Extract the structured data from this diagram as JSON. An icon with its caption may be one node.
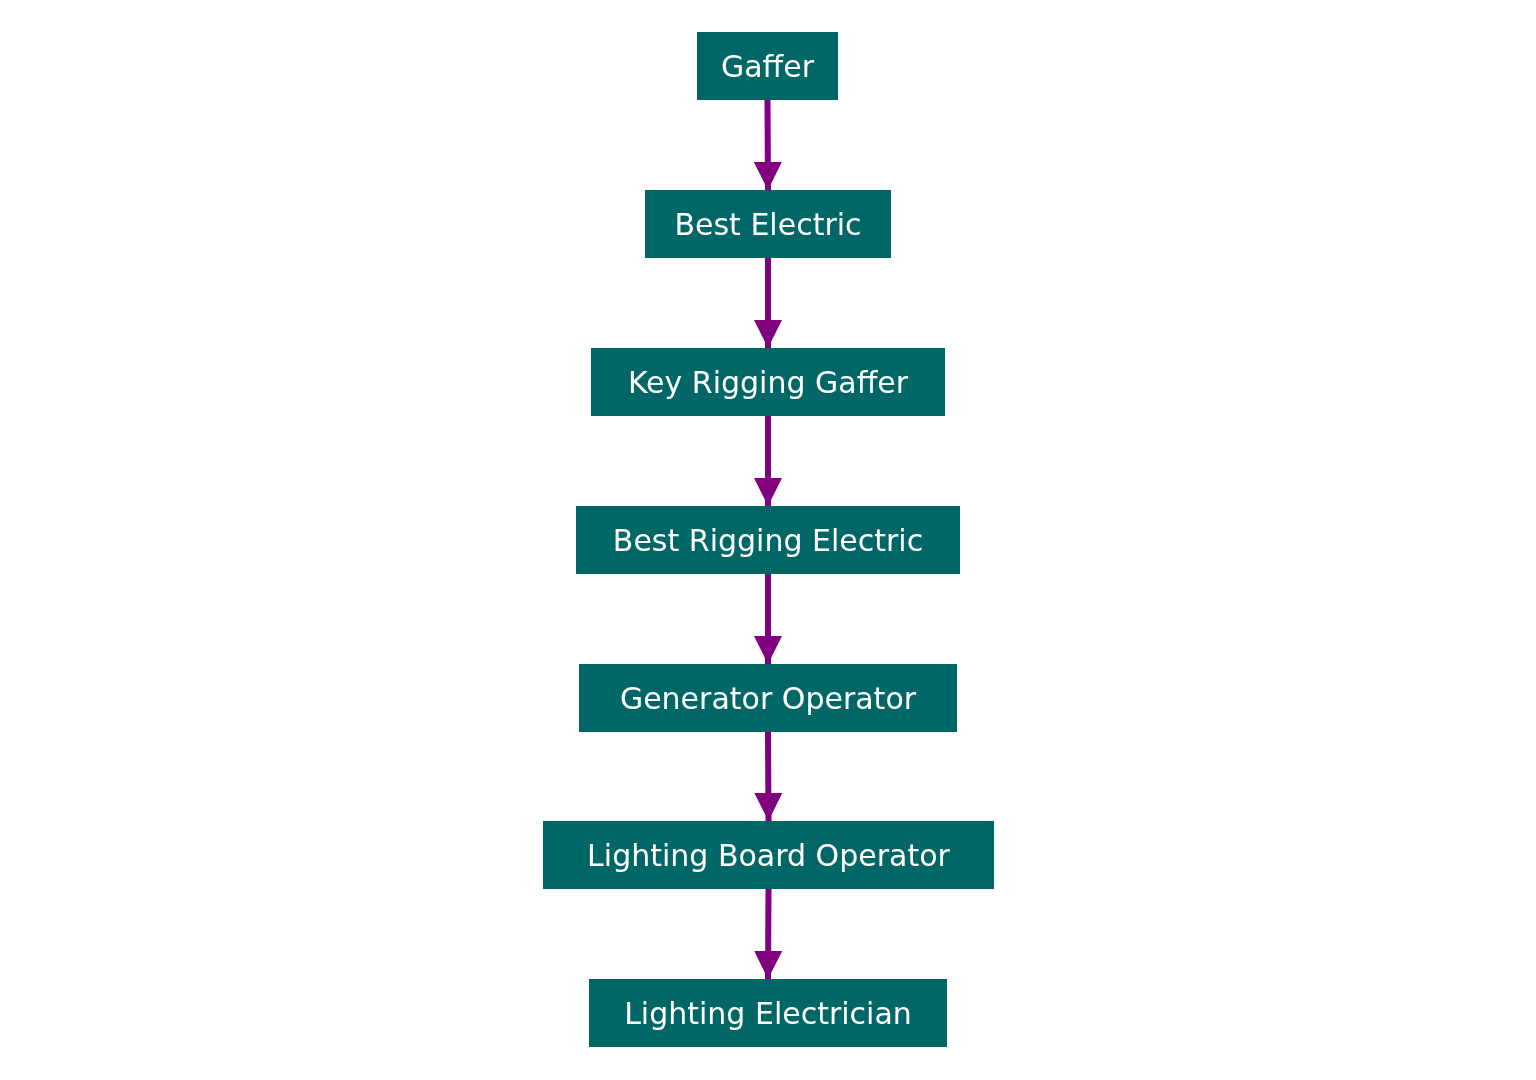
{
  "diagram": {
    "nodes": [
      {
        "text": [
          "Gaffer"
        ]
      },
      {
        "text": [
          "Best Electric"
        ]
      },
      {
        "text": [
          "Key Rigging Gaffer"
        ]
      },
      {
        "text": [
          "Best Rigging Electric"
        ]
      },
      {
        "text": [
          "Generator Operator"
        ]
      },
      {
        "text": [
          "Lighting Board Operator"
        ]
      },
      {
        "text": [
          "Lighting Electrician"
        ]
      }
    ],
    "edges": [
      {
        "from": 0,
        "to": 1,
        "arrow": "to"
      },
      {
        "from": 1,
        "to": 2,
        "arrow": "to"
      },
      {
        "from": 2,
        "to": 3,
        "arrow": "to"
      },
      {
        "from": 3,
        "to": 4,
        "arrow": "to"
      },
      {
        "from": 4,
        "to": 5,
        "arrow": "to"
      },
      {
        "from": 5,
        "to": 6,
        "arrow": "to"
      }
    ]
  }
}
